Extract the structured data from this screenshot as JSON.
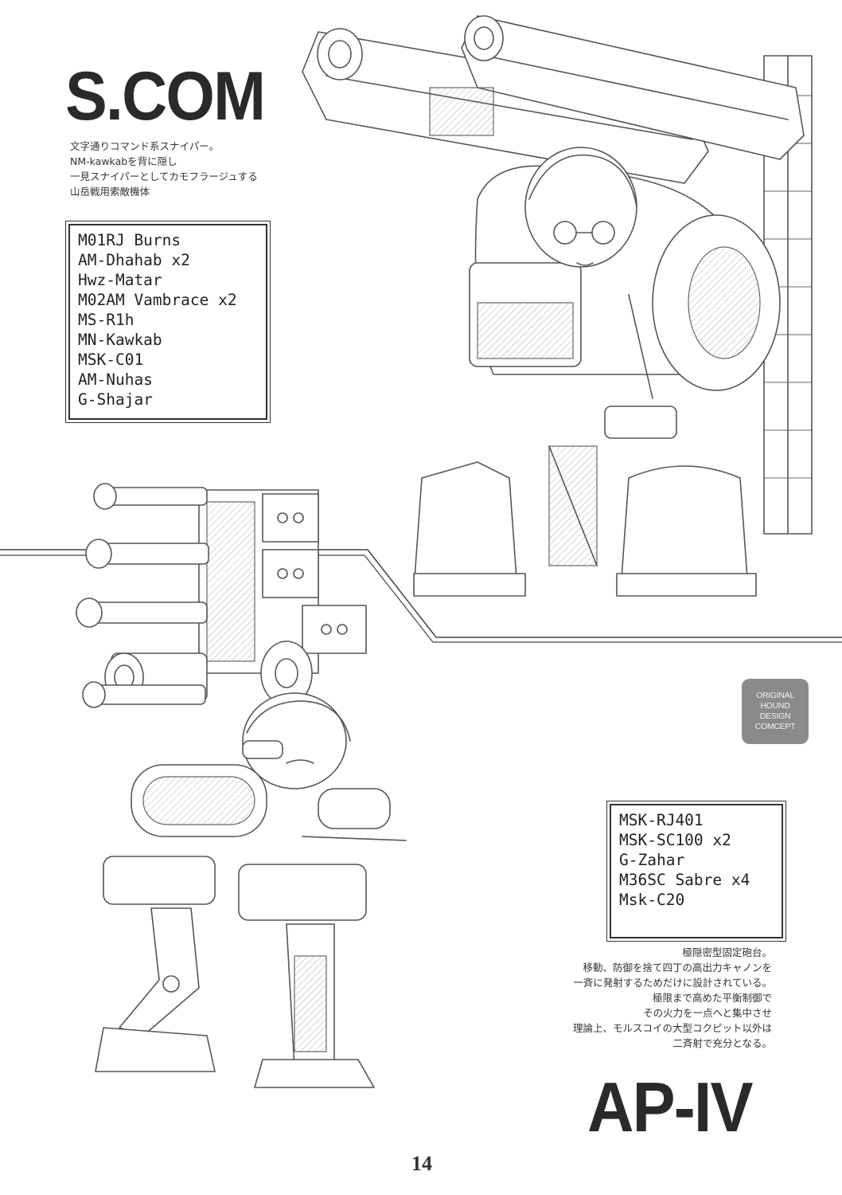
{
  "top_unit": {
    "title": "S.COM",
    "description": [
      "文字通りコマンド系スナイパー。",
      "NM-kawkabを背に隠し",
      "一見スナイパーとしてカモフラージュする",
      "山岳戦用索敵機体"
    ],
    "parts": [
      "M01RJ Burns",
      "AM-Dhahab x2",
      "Hwz-Matar",
      "M02AM Vambrace x2",
      "MS-R1h",
      "MN-Kawkab",
      "MSK-C01",
      "AM-Nuhas",
      "G-Shajar"
    ]
  },
  "bottom_unit": {
    "title": "AP-IV",
    "description": [
      "極隠密型固定砲台。",
      "移動、防御を捨て四丁の高出力キャノンを",
      "一斉に発射するためだけに設計されている。",
      "極限まで高めた平衡制御で",
      "その火力を一点へと集中させ",
      "理論上、モルスコイの大型コクピット以外は",
      "二斉射で充分となる。"
    ],
    "parts": [
      "MSK-RJ401",
      "MSK-SC100 x2",
      "G-Zahar",
      "M36SC Sabre x4",
      "Msk-C20"
    ]
  },
  "badge": [
    "ORIGINAL",
    "HOUND",
    "DESIGN",
    "COMCEPT"
  ],
  "page_number": "14",
  "colors": {
    "ink": "#333333",
    "badge": "#8a8a8a",
    "paper": "#ffffff"
  }
}
